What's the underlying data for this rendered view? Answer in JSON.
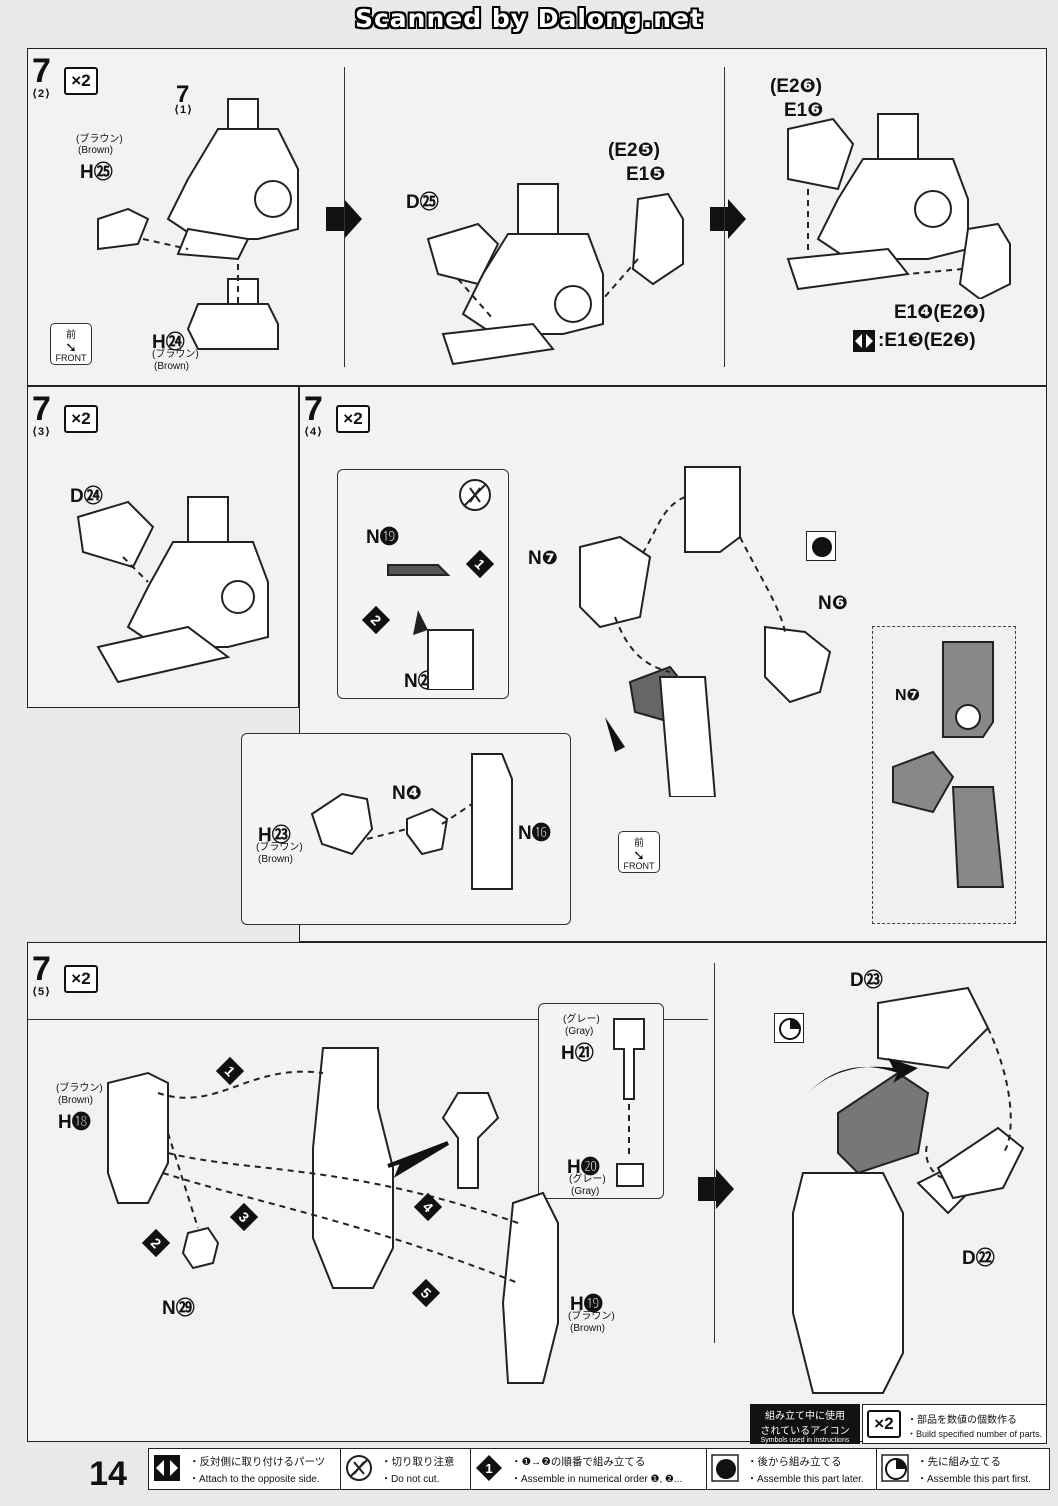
{
  "watermark": "Scanned by Dalong.net",
  "page_number": "14",
  "step_main": "7",
  "multiplier": "×2",
  "brown_jp": "(ブラウン)",
  "brown_en": "(Brown)",
  "gray_jp": "(グレー)",
  "gray_en": "(Gray)",
  "front": {
    "kanji": "前",
    "text": "FRONT"
  },
  "panel_a": {
    "sub": "⟨2⟩",
    "ref_step": "7",
    "ref_sub": "⟨1⟩",
    "h25": "H㉕",
    "h24": "H㉔",
    "d25": "D㉕",
    "e25": "(E2❺)",
    "e15": "E1❺",
    "e26": "(E2❻)",
    "e16": "E1❻",
    "e14": "E1❹(E2❹)",
    "e13": ":E1❸(E2❸)"
  },
  "panel_b": {
    "sub": "⟨3⟩",
    "d24": "D㉔"
  },
  "panel_c": {
    "sub": "⟨4⟩",
    "n19": "N⓳",
    "n22": "N㉒",
    "n7": "N❼",
    "n6": "N❻",
    "n7b": "N❼",
    "h23": "H㉓",
    "n4": "N❹",
    "n16": "N⓰",
    "one": "1",
    "two": "2"
  },
  "panel_d": {
    "sub": "⟨5⟩",
    "h18": "H⓲",
    "n29": "N㉙",
    "h21": "H㉑",
    "h20": "H⓴",
    "h19": "H⓳",
    "d23": "D㉓",
    "d22": "D㉒",
    "steps": [
      "1",
      "2",
      "3",
      "4",
      "5"
    ]
  },
  "icons_box": {
    "jp1": "組み立て中に使用",
    "jp2": "されているアイコン",
    "en": "Symbols used in instructions"
  },
  "x2_note": {
    "jp": "・部品を数値の個数作る",
    "en": "・Build specified number of parts."
  },
  "legend": [
    {
      "jp": "・反対側に取り付けるパーツ",
      "en": "・Attach to the opposite side."
    },
    {
      "jp": "・切り取り注意",
      "en": "・Do not cut."
    },
    {
      "jp": "・❶→❷の順番で組み立てる",
      "en": "・Assemble in numerical order ❶, ❷..."
    },
    {
      "jp": "・後から組み立てる",
      "en": "・Assemble this part later."
    },
    {
      "jp": "・先に組み立てる",
      "en": "・Assemble this part first."
    }
  ]
}
